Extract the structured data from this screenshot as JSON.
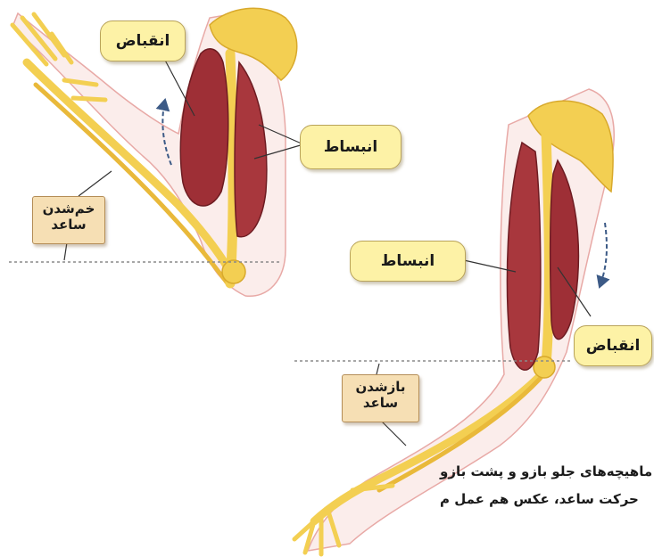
{
  "arm_flexed": {
    "contraction_label": "انقباض",
    "relaxation_label": "انبساط",
    "movement_label_line1": "خم‌شدن",
    "movement_label_line2": "ساعد"
  },
  "arm_extended": {
    "relaxation_label": "انبساط",
    "contraction_label": "انقباض",
    "movement_label_line1": "بازشدن",
    "movement_label_line2": "ساعد"
  },
  "caption": {
    "line1": "ماهیچه‌های جلو بازو و پشت بازو",
    "line2": "حرکت ساعد، عکس هم عمل م"
  },
  "colors": {
    "bone": "#f3cf52",
    "muscle": "#9e2f36",
    "skin_outline": "#e8a9a6",
    "label_fill": "#fdf2a6",
    "tag_fill": "#f6dfb4",
    "motion_arrow": "#3c5a86"
  }
}
